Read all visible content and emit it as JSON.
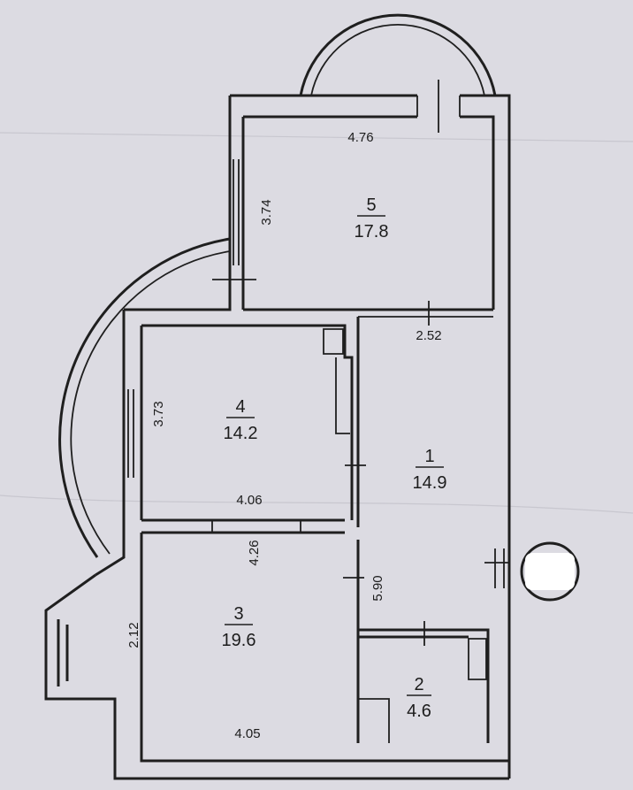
{
  "rooms": [
    {
      "number": "5",
      "area": "17.8"
    },
    {
      "number": "4",
      "area": "14.2"
    },
    {
      "number": "1",
      "area": "14.9"
    },
    {
      "number": "3",
      "area": "19.6"
    },
    {
      "number": "2",
      "area": "4.6"
    }
  ],
  "dimensions": {
    "room5_width": "4.76",
    "room5_depth": "3.74",
    "room1_width": "2.52",
    "room4_depth": "3.73",
    "room4_width": "4.06",
    "room3_depth": "4.26",
    "room1_depth": "5.90",
    "room3_side": "2.12",
    "room3_width": "4.05"
  },
  "colors": {
    "paper": "#dcdbe2",
    "ink": "#1f1f1f"
  }
}
